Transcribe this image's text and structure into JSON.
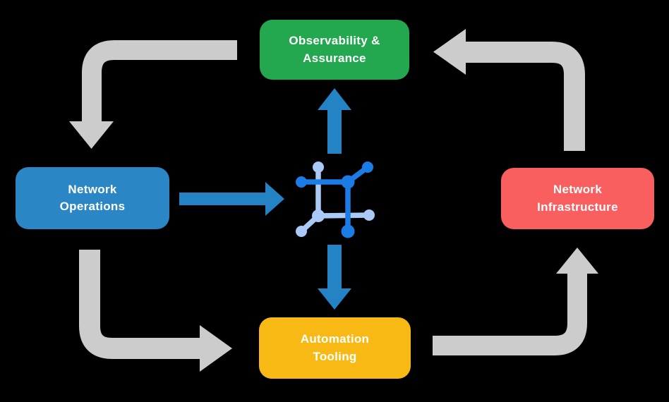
{
  "colors": {
    "background": "#000000",
    "text": "#ffffff",
    "arrow_gray": "#cccccc",
    "arrow_blue": "#2383c4",
    "node_green": "#23a84f",
    "node_blue": "#2b86c5",
    "node_red": "#fa5f5f",
    "node_yellow": "#f9b915",
    "icon_dark": "#1b7ce5",
    "icon_light": "#aac9f7"
  },
  "nodes": {
    "observability": {
      "line1": "Observability &",
      "line2": "Assurance"
    },
    "operations": {
      "line1": "Network",
      "line2": "Operations"
    },
    "infrastructure": {
      "line1": "Network",
      "line2": "Infrastructure"
    },
    "automation": {
      "line1": "Automation",
      "line2": "Tooling"
    }
  },
  "icons": {
    "center": "network-mesh-icon"
  }
}
